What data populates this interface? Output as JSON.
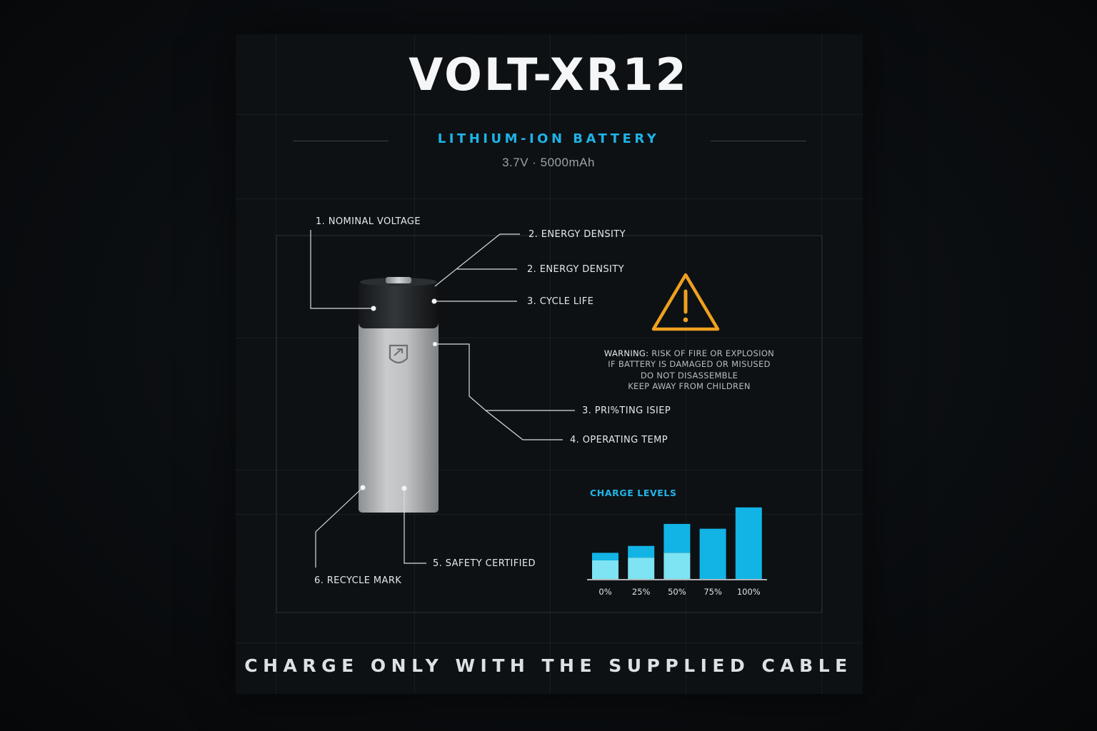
{
  "header": {
    "title": "VOLT-XR12",
    "subtitle": "LITHIUM-ION BATTERY",
    "specs": "3.7V · 5000mAh"
  },
  "callouts": {
    "nominal_voltage": "1. NOMINAL VOLTAGE",
    "energy_density_a": "2. ENERGY DENSITY",
    "energy_density_b": "2. ENERGY DENSITY",
    "cycle_life": "3. CYCLE LIFE",
    "printing_step": "3. PRI%TING ISIEP",
    "operating_temp": "4. OPERATING TEMP",
    "safety_certified": "5. SAFETY CERTIFIED",
    "recycle_mark": "6. RECYCLE MARK"
  },
  "warning": {
    "label": "WARNING:",
    "line1": "RISK OF FIRE OR EXPLOSION",
    "line2": "IF BATTERY IS DAMAGED OR MISUSED",
    "line3": "DO NOT DISASSEMBLE",
    "line4": "KEEP AWAY FROM CHILDREN",
    "icon": "warning-triangle-icon",
    "color": "#f0a020"
  },
  "footer": {
    "text": "CHARGE ONLY WITH THE SUPPLIED CABLE"
  },
  "colors": {
    "accent": "#1fb3e8",
    "bar_light": "#7ee3f2",
    "bar_dark": "#12b4e6",
    "battery_cap": "#1e2124",
    "battery_body": "#b9bcbe"
  },
  "chart_data": {
    "type": "bar",
    "title": "CHARGE LEVELS",
    "categories": [
      "0%",
      "25%",
      "50%",
      "75%",
      "100%"
    ],
    "series": [
      {
        "values": [
          27,
          31,
          38,
          0,
          0
        ]
      },
      {
        "values": [
          11,
          17,
          42,
          73,
          104
        ]
      }
    ],
    "stacked": true,
    "ylim": [
      0,
      110
    ],
    "grid": false,
    "yaxis_visible": false
  }
}
